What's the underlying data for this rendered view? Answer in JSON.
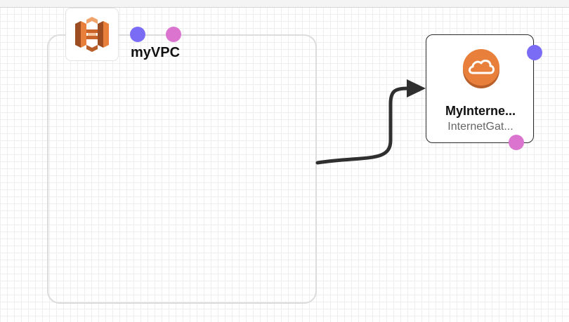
{
  "vpc": {
    "label": "myVPC",
    "icon": "aws-vpc-icon"
  },
  "internet_gateway": {
    "title": "MyInterne...",
    "subtitle": "InternetGat...",
    "icon": "aws-internet-gateway-icon"
  },
  "colors": {
    "port_source": "#7b6cf6",
    "port_target": "#da74cf",
    "aws_orange": "#e8803b",
    "edge": "#2f2f2f"
  }
}
